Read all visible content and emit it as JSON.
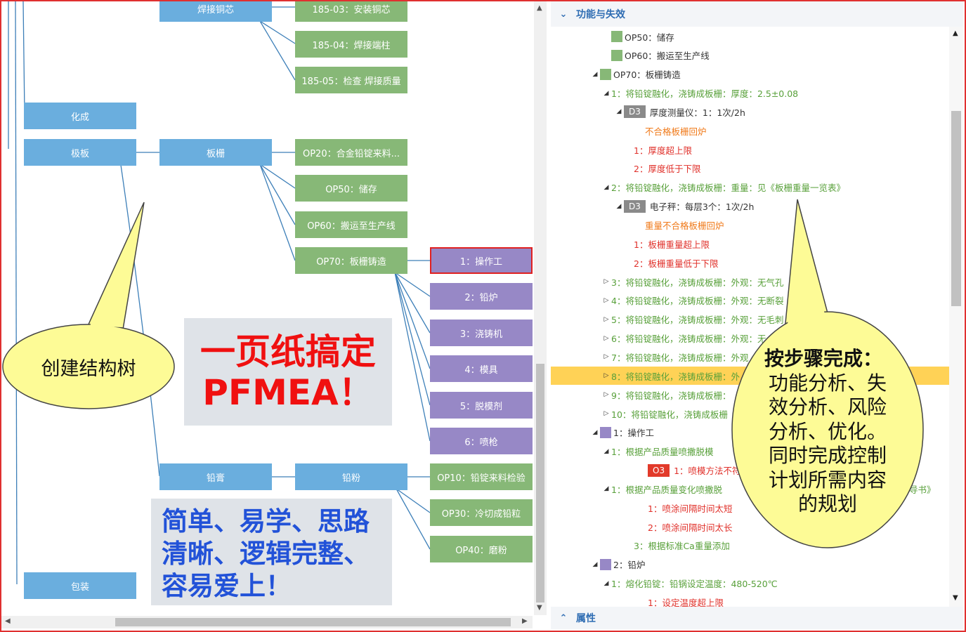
{
  "mindmap": {
    "nodes": [
      {
        "id": "n_hanjie_tongxin",
        "label": "焊接铜芯",
        "color": "blue"
      },
      {
        "id": "n_185_03",
        "label": "185-03：安装铜芯",
        "color": "green"
      },
      {
        "id": "n_185_04",
        "label": "185-04：焊接端柱",
        "color": "green"
      },
      {
        "id": "n_185_05",
        "label": "185-05：检查 焊接质量",
        "color": "green"
      },
      {
        "id": "n_huacheng",
        "label": "化成",
        "color": "blue"
      },
      {
        "id": "n_jiban",
        "label": "极板",
        "color": "blue"
      },
      {
        "id": "n_banzha",
        "label": "板栅",
        "color": "blue"
      },
      {
        "id": "n_op20",
        "label": "OP20：合金铅锭来料...",
        "color": "green"
      },
      {
        "id": "n_op50",
        "label": "OP50：储存",
        "color": "green"
      },
      {
        "id": "n_op60",
        "label": "OP60：搬运至生产线",
        "color": "green"
      },
      {
        "id": "n_op70",
        "label": "OP70：板栅铸造",
        "color": "green"
      },
      {
        "id": "n_1",
        "label": "1：操作工",
        "color": "purple"
      },
      {
        "id": "n_2",
        "label": "2：铅炉",
        "color": "purple"
      },
      {
        "id": "n_3",
        "label": "3：浇铸机",
        "color": "purple"
      },
      {
        "id": "n_4",
        "label": "4：模具",
        "color": "purple"
      },
      {
        "id": "n_5",
        "label": "5：脱模剂",
        "color": "purple"
      },
      {
        "id": "n_6",
        "label": "6：喷枪",
        "color": "purple"
      },
      {
        "id": "n_qiangao",
        "label": "铅膏",
        "color": "blue"
      },
      {
        "id": "n_qianfen",
        "label": "铅粉",
        "color": "blue"
      },
      {
        "id": "n_op10",
        "label": "OP10：铅锭来料检验",
        "color": "green"
      },
      {
        "id": "n_op30",
        "label": "OP30：冷切成铅粒",
        "color": "green"
      },
      {
        "id": "n_op40",
        "label": "OP40：磨粉",
        "color": "green"
      },
      {
        "id": "n_baozhuang",
        "label": "包装",
        "color": "blue"
      }
    ],
    "promo_title": "一页纸搞定\nPFMEA！",
    "promo_sub": "简单、易学、思路\n清晰、逻辑完整、\n容易爱上！",
    "bubble_left": "创建结构树",
    "bubble_right_title": "按步骤完成：",
    "bubble_right_body": "功能分析、失效分析、风险分析、优化。同时完成控制计划所需内容的规划"
  },
  "panel": {
    "header": "功能与失效",
    "footer": "属性",
    "rows": [
      {
        "text": "OP50：储存",
        "color": "tk",
        "icon": "green-square",
        "tri": ""
      },
      {
        "text": "OP60：搬运至生产线",
        "color": "tk",
        "icon": "green-square",
        "tri": ""
      },
      {
        "text": "OP70：板栅铸造",
        "color": "tk",
        "icon": "green-square",
        "tri": "down"
      },
      {
        "text": "1：将铅锭融化，浇铸成板栅：厚度：2.5±0.08",
        "color": "tg",
        "tri": "down"
      },
      {
        "badge": "D3",
        "text": "厚度测量仪：1：1次/2h",
        "color": "tk",
        "tri": "down"
      },
      {
        "text": "不合格板栅回炉",
        "color": "to",
        "tri": ""
      },
      {
        "text": "1：厚度超上限",
        "color": "tr",
        "tri": ""
      },
      {
        "text": "2：厚度低于下限",
        "color": "tr",
        "tri": ""
      },
      {
        "text": "2：将铅锭融化，浇铸成板栅：重量：见《板栅重量一览表》",
        "color": "tg",
        "tri": "down"
      },
      {
        "badge": "D3",
        "text": "电子秤：每层3个：1次/2h",
        "color": "tk",
        "tri": "down"
      },
      {
        "text": "重量不合格板栅回炉",
        "color": "to",
        "tri": ""
      },
      {
        "text": "1：板栅重量超上限",
        "color": "tr",
        "tri": ""
      },
      {
        "text": "2：板栅重量低于下限",
        "color": "tr",
        "tri": ""
      },
      {
        "text": "3：将铅锭融化，浇铸成板栅：外观：无气孔",
        "color": "tg",
        "tri": "right"
      },
      {
        "text": "4：将铅锭融化，浇铸成板栅：外观：无断裂",
        "color": "tg",
        "tri": "right"
      },
      {
        "text": "5：将铅锭融化，浇铸成板栅：外观：无毛刺",
        "color": "tg",
        "tri": "right"
      },
      {
        "text": "6：将铅锭融化，浇铸成板栅：外观：无",
        "color": "tg",
        "tri": "right"
      },
      {
        "text": "7：将铅锭融化，浇铸成板栅：外观",
        "color": "tg",
        "tri": "right"
      },
      {
        "text": "8：将铅锭融化，浇铸成板栅：外",
        "color": "tg",
        "tri": "right",
        "highlight": true
      },
      {
        "text": "9：将铅锭融化，浇铸成板栅：",
        "color": "tg",
        "tri": "right"
      },
      {
        "text": "10：将铅锭融化，浇铸成板栅",
        "color": "tg",
        "tri": "right"
      },
      {
        "text": "1：操作工",
        "color": "tk",
        "icon": "purple-square",
        "tri": "down"
      },
      {
        "text": "1：根据产品质量喷撒脱模",
        "color": "tg",
        "tri": "down"
      },
      {
        "badge": "O3",
        "text": "1：喷模方法不符",
        "color": "tr",
        "tri": ""
      },
      {
        "text": "1：根据产品质量变化喷撒脱",
        "color": "tg",
        "tri": "down",
        "tail": "导书》"
      },
      {
        "text": "1：喷涂间隔时间太短",
        "color": "tr",
        "tri": ""
      },
      {
        "text": "2：喷涂间隔时间太长",
        "color": "tr",
        "tri": ""
      },
      {
        "text": "3：根据标准Ca重量添加",
        "color": "tg",
        "tri": ""
      },
      {
        "text": "2：铅炉",
        "color": "tk",
        "icon": "purple-square",
        "tri": "down"
      },
      {
        "text": "1：熔化铅锭：铅锅设定温度：480-520℃",
        "color": "tg",
        "tri": "down"
      },
      {
        "text": "1：设定温度超上限",
        "color": "tr",
        "tri": ""
      }
    ]
  }
}
